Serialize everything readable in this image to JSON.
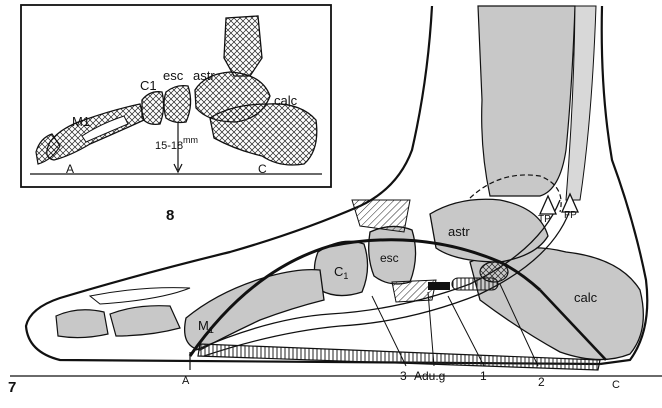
{
  "figure_numbers": {
    "main": "7",
    "inset": "8"
  },
  "main_labels": {
    "m1": "M",
    "m1_sub": "1",
    "c1": "C",
    "c1_sub": "1",
    "esc": "esc",
    "astr": "astr",
    "calc": "calc",
    "tp": "TP",
    "fp": "FP",
    "point_a": "A",
    "point_c": "C",
    "callout_3": "3",
    "callout_adug": "Adu.g",
    "callout_1": "1",
    "callout_2": "2"
  },
  "inset_labels": {
    "m1": "M1",
    "c1": "C1",
    "esc": "esc",
    "astr": "astr",
    "calc": "calc",
    "height": "15-18",
    "unit": "mm",
    "point_a": "A",
    "point_c": "C"
  },
  "colors": {
    "bone_fill": "#c8c8c8",
    "ink": "#111111",
    "paper": "#ffffff"
  }
}
